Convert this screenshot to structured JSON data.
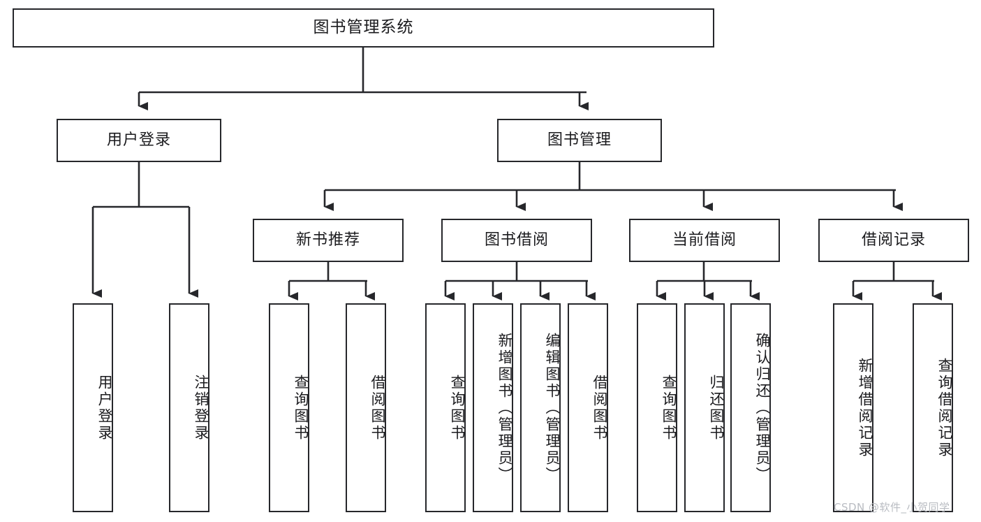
{
  "diagram": {
    "title": "图书管理系统",
    "type": "hierarchy-tree",
    "stroke_color": "#26272b",
    "fill_color": "#ffffff",
    "text_color": "#1b1b1e",
    "watermark": "CSDN @软件_小贺同学",
    "watermark_color": "#b9bcc2"
  },
  "nodes": {
    "root": {
      "label": "图书管理系统",
      "level": 1
    },
    "level2": [
      {
        "id": "user-login",
        "label": "用户登录"
      },
      {
        "id": "book-manage",
        "label": "图书管理"
      }
    ],
    "level3": [
      {
        "id": "new-book-recommend",
        "label": "新书推荐",
        "parent": "book-manage"
      },
      {
        "id": "book-borrow",
        "label": "图书借阅",
        "parent": "book-manage"
      },
      {
        "id": "current-borrow",
        "label": "当前借阅",
        "parent": "book-manage"
      },
      {
        "id": "borrow-record",
        "label": "借阅记录",
        "parent": "book-manage"
      }
    ],
    "leaves": [
      {
        "id": "leaf-user-login",
        "label": "用户登录",
        "parent": "user-login"
      },
      {
        "id": "leaf-logout",
        "label": "注销登录",
        "parent": "user-login"
      },
      {
        "id": "leaf-query-book-1",
        "label": "查询图书",
        "parent": "new-book-recommend"
      },
      {
        "id": "leaf-borrow-book-1",
        "label": "借阅图书",
        "parent": "new-book-recommend"
      },
      {
        "id": "leaf-query-book-2",
        "label": "查询图书",
        "parent": "book-borrow"
      },
      {
        "id": "leaf-add-book",
        "label": "新增图书（管理员）",
        "parent": "book-borrow"
      },
      {
        "id": "leaf-edit-book",
        "label": "编辑图书（管理员）",
        "parent": "book-borrow"
      },
      {
        "id": "leaf-borrow-book-2",
        "label": "借阅图书",
        "parent": "book-borrow"
      },
      {
        "id": "leaf-query-book-3",
        "label": "查询图书",
        "parent": "current-borrow"
      },
      {
        "id": "leaf-return-book",
        "label": "归还图书",
        "parent": "current-borrow"
      },
      {
        "id": "leaf-confirm-return",
        "label": "确认归还（管理员）",
        "parent": "current-borrow"
      },
      {
        "id": "leaf-add-record",
        "label": "新增借阅记录",
        "parent": "borrow-record"
      },
      {
        "id": "leaf-query-record",
        "label": "查询借阅记录",
        "parent": "borrow-record"
      }
    ]
  }
}
